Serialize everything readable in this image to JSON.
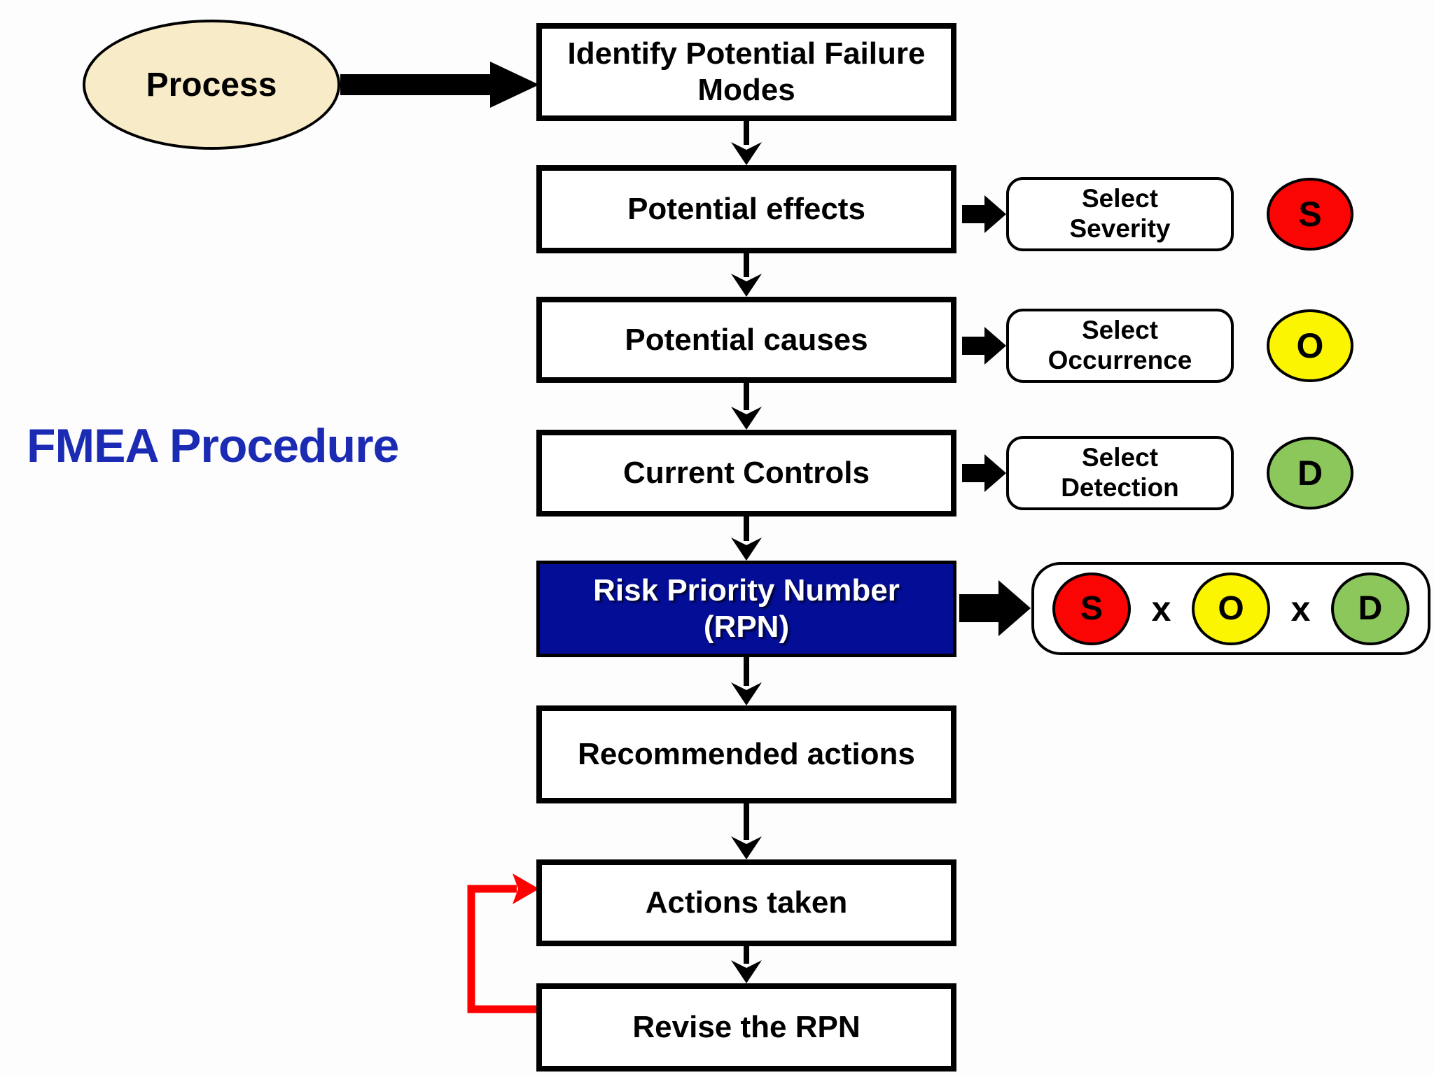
{
  "title": {
    "label": "FMEA Procedure",
    "color": "#1C2BB4"
  },
  "process": {
    "label": "Process",
    "fill": "#F8ECC8"
  },
  "flow": [
    {
      "label": "Identify Potential Failure Modes"
    },
    {
      "label": "Potential effects"
    },
    {
      "label": "Potential causes"
    },
    {
      "label": "Current Controls"
    },
    {
      "label_line1": "Risk Priority Number",
      "label_line2": "(RPN)",
      "highlight": true,
      "fill": "#030D96"
    },
    {
      "label": "Recommended actions"
    },
    {
      "label": "Actions taken"
    },
    {
      "label": "Revise the RPN"
    }
  ],
  "ratings": [
    {
      "line1": "Select",
      "line2": "Severity",
      "letter": "S",
      "color": "#FA0404"
    },
    {
      "line1": "Select",
      "line2": "Occurrence",
      "letter": "O",
      "color": "#FBF501"
    },
    {
      "line1": "Select",
      "line2": "Detection",
      "letter": "D",
      "color": "#8CC75C"
    }
  ],
  "formula": {
    "s": "S",
    "o": "O",
    "d": "D",
    "times": "x"
  },
  "colors": {
    "loop_arrow": "#FF0000",
    "connector": "#000000"
  }
}
